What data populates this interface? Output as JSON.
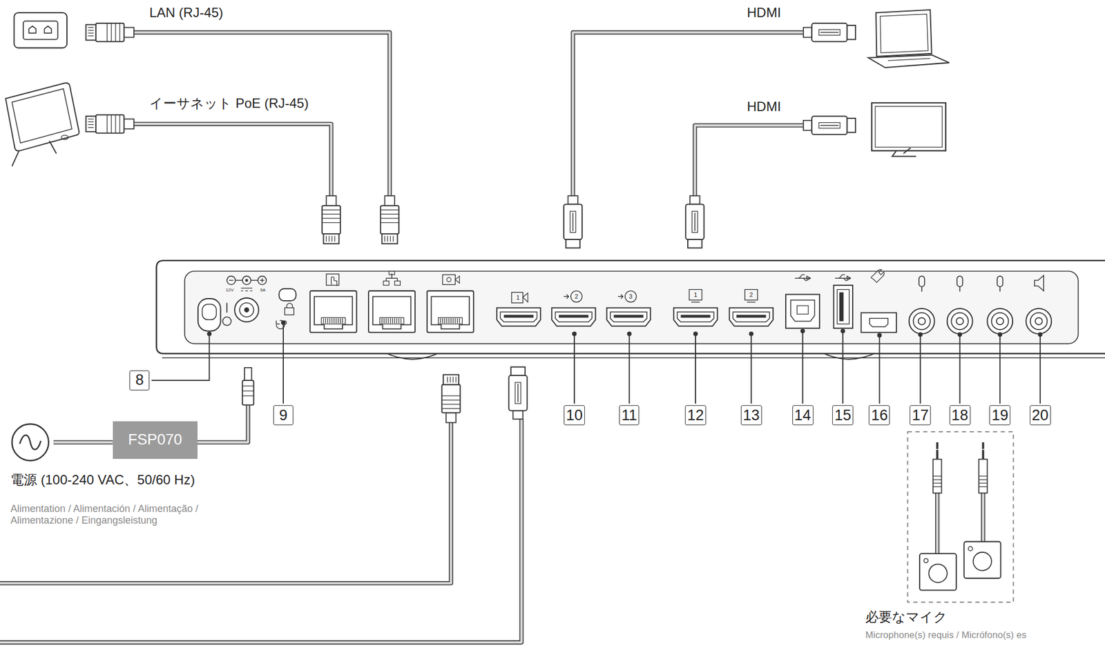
{
  "diagram": {
    "nodes": [
      {
        "text": [
          "FSP070"
        ]
      }
    ],
    "labels": [
      "LAN (RJ-45)",
      "イーサネット PoE (RJ-45)",
      "HDMI",
      "HDMI",
      "12V",
      "5A",
      "1",
      "2",
      "3",
      "1",
      "2",
      "8",
      "9",
      "10",
      "11",
      "12",
      "13",
      "14",
      "15",
      "16",
      "17",
      "18",
      "19",
      "20",
      "電源 (100-240 VAC、50/60 Hz)",
      "Alimentation / Alimentación / Alimentação / Alimentazione / Eingangsleistung",
      "必要なマイク",
      "Microphone(s) requis / Micrófono(s) es"
    ]
  }
}
